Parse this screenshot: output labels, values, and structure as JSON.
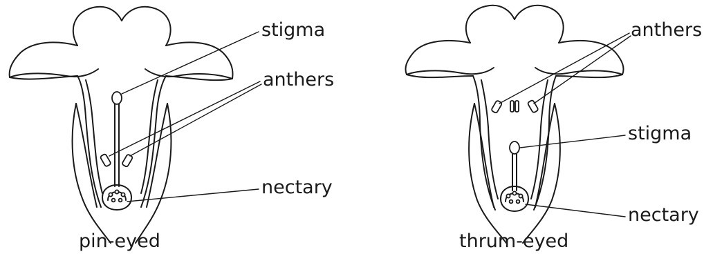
{
  "diagram": {
    "left_flower": {
      "caption": "pin-eyed",
      "labels": {
        "stigma": "stigma",
        "anthers": "anthers",
        "nectary": "nectary"
      }
    },
    "right_flower": {
      "caption": "thrum-eyed",
      "labels": {
        "anthers": "anthers",
        "stigma": "stigma",
        "nectary": "nectary"
      }
    },
    "colors": {
      "ink": "#1a1a1a",
      "background": "#ffffff"
    }
  }
}
